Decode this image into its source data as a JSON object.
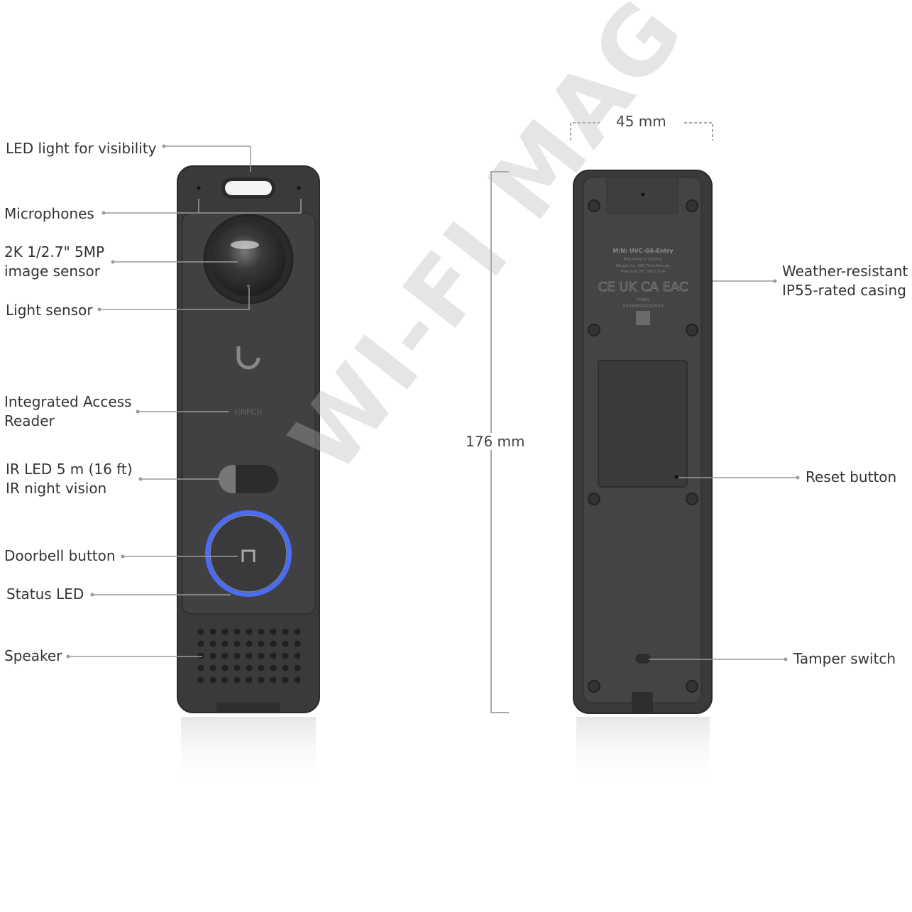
{
  "front_labels": [
    {
      "id": "led-light",
      "text": "LED light for visibility"
    },
    {
      "id": "microphones",
      "text": "Microphones"
    },
    {
      "id": "image-sensor",
      "text": "2K 1/2.7\" 5MP\nimage sensor"
    },
    {
      "id": "light-sensor",
      "text": "Light sensor"
    },
    {
      "id": "access-reader",
      "text": "Integrated Access\nReader"
    },
    {
      "id": "ir-led",
      "text": "IR LED 5 m (16 ft)\nIR night vision"
    },
    {
      "id": "doorbell-button",
      "text": "Doorbell button"
    },
    {
      "id": "status-led",
      "text": "Status LED"
    },
    {
      "id": "speaker",
      "text": "Speaker"
    }
  ],
  "back_labels": [
    {
      "id": "casing",
      "text": "Weather-resistant\nIP55-rated casing"
    },
    {
      "id": "reset",
      "text": "Reset button"
    },
    {
      "id": "tamper",
      "text": "Tamper switch"
    }
  ],
  "dimensions": {
    "width": "45 mm",
    "height": "176 mm"
  },
  "device_label": {
    "model": "M/N: UVC-G6-Entry",
    "line1": "IP55    Made in XXXXXX",
    "line2": "Ubiquiti Inc. 685 Third Avenue,",
    "line3": "New York, NY 10017 USA",
    "marks": "CE UK CA EAC",
    "date": "YYWWC",
    "serial": "XXXXXXXXXXXXXX"
  },
  "nfc_text": "((NFC))",
  "watermark": "WI-FI MAG",
  "colors": {
    "body": "#3a3a3c",
    "panel": "#414143",
    "status_ring": "#4a6cf7",
    "leader": "#9a9a9a"
  }
}
